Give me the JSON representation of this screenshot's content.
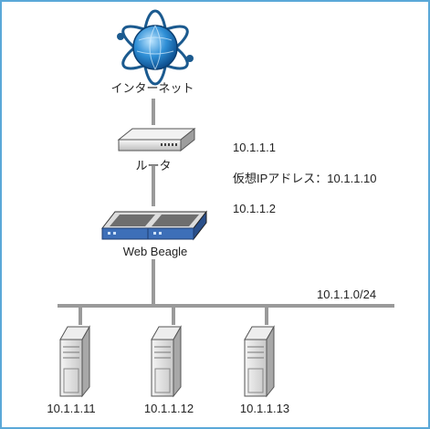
{
  "internet": {
    "label": "インターネット",
    "icon": "globe-icon"
  },
  "router": {
    "label": "ルータ",
    "icon": "router-icon",
    "ip": "10.1.1.1"
  },
  "virtual_ip": {
    "label": "仮想IPアドレス：10.1.1.10"
  },
  "web_beagle": {
    "label": "Web Beagle",
    "icon": "appliance-icon",
    "ip": "10.1.1.2"
  },
  "network": {
    "label": "10.1.1.0/24"
  },
  "servers": [
    {
      "label": "10.1.1.11",
      "icon": "server-tower-icon"
    },
    {
      "label": "10.1.1.12",
      "icon": "server-tower-icon"
    },
    {
      "label": "10.1.1.13",
      "icon": "server-tower-icon"
    }
  ],
  "colors": {
    "border": "#5aa8d8",
    "line": "#9a9a9a",
    "globe": "#2f8fd6",
    "appliance": "#3d6fb8"
  }
}
